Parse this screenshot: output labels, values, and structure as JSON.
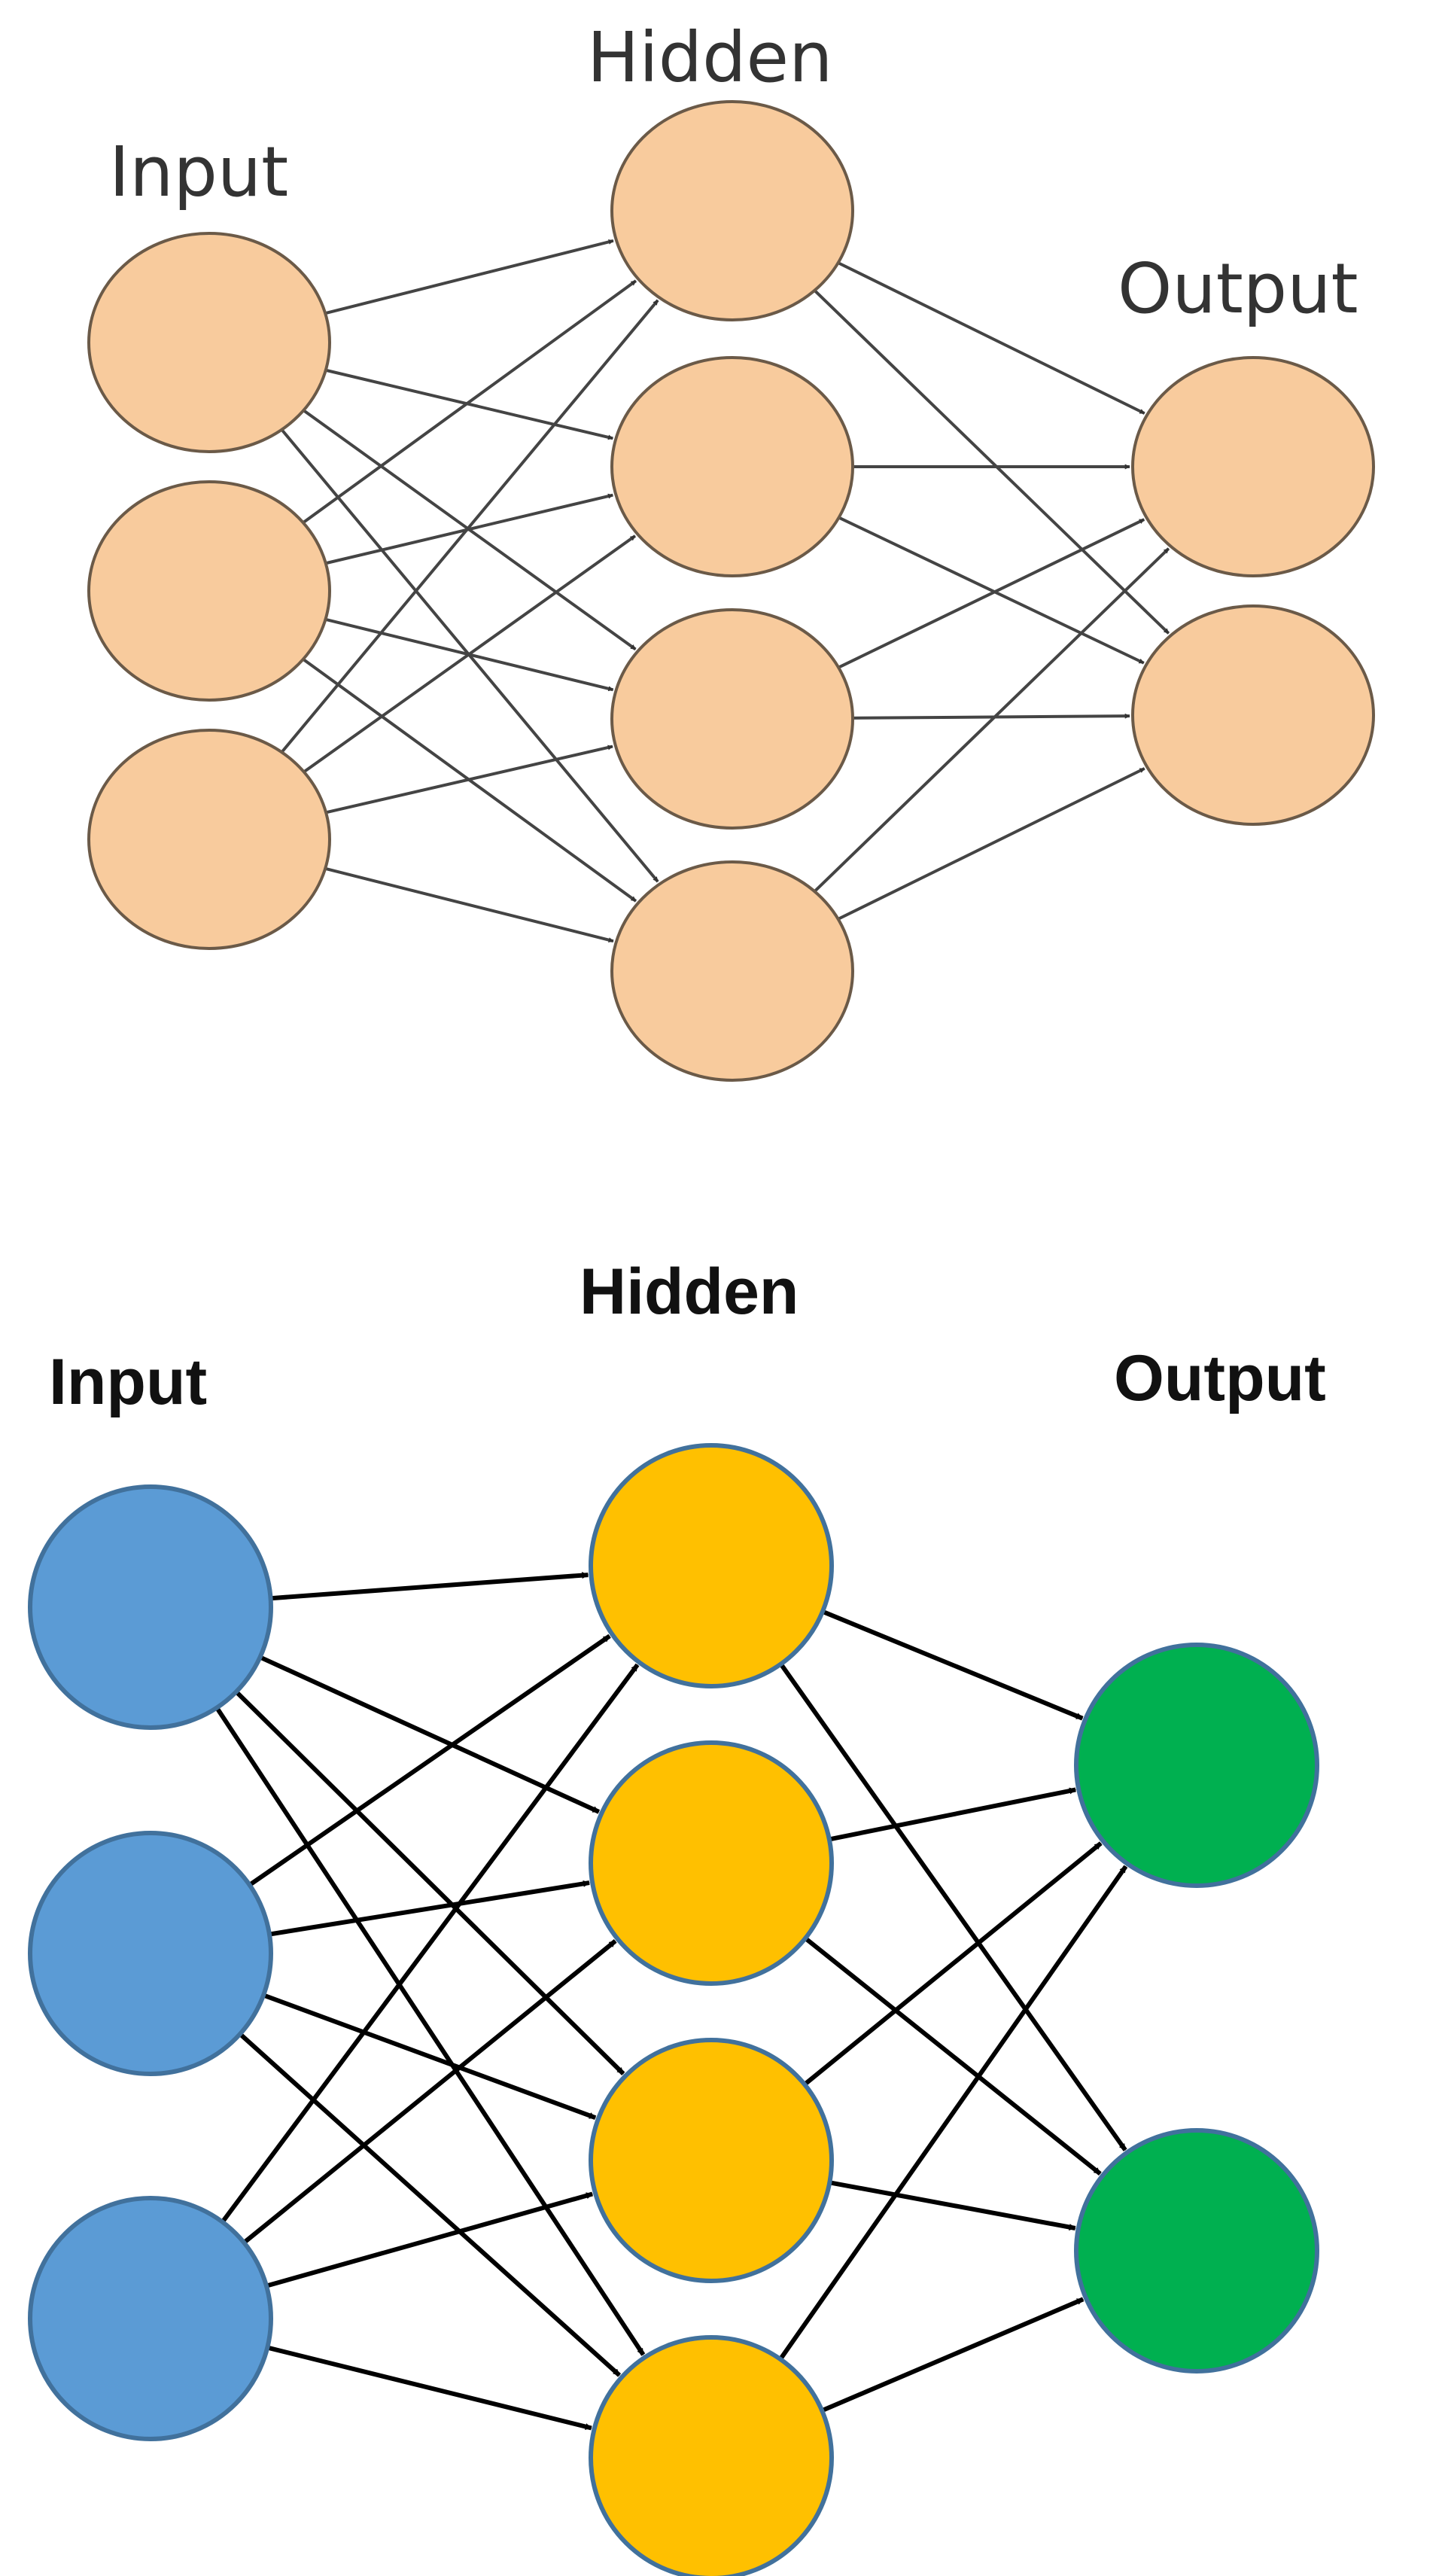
{
  "diagrams": [
    {
      "id": "top",
      "labels": {
        "input": "Input",
        "hidden": "Hidden",
        "output": "Output"
      },
      "layers": {
        "input": 3,
        "hidden": 4,
        "output": 2
      },
      "colors": {
        "input": "#f8cb9d",
        "hidden": "#f8cb9d",
        "output": "#f8cb9d",
        "stroke": "#6b5a48",
        "edge": "#444444"
      },
      "connectivity": "fully-connected"
    },
    {
      "id": "bottom",
      "labels": {
        "input": "Input",
        "hidden": "Hidden",
        "output": "Output"
      },
      "layers": {
        "input": 3,
        "hidden": 4,
        "output": 2
      },
      "colors": {
        "input": "#5b9bd5",
        "hidden": "#ffc000",
        "output": "#00b050",
        "stroke": "#41719c",
        "edge": "#000000"
      },
      "connectivity": "fully-connected"
    }
  ]
}
